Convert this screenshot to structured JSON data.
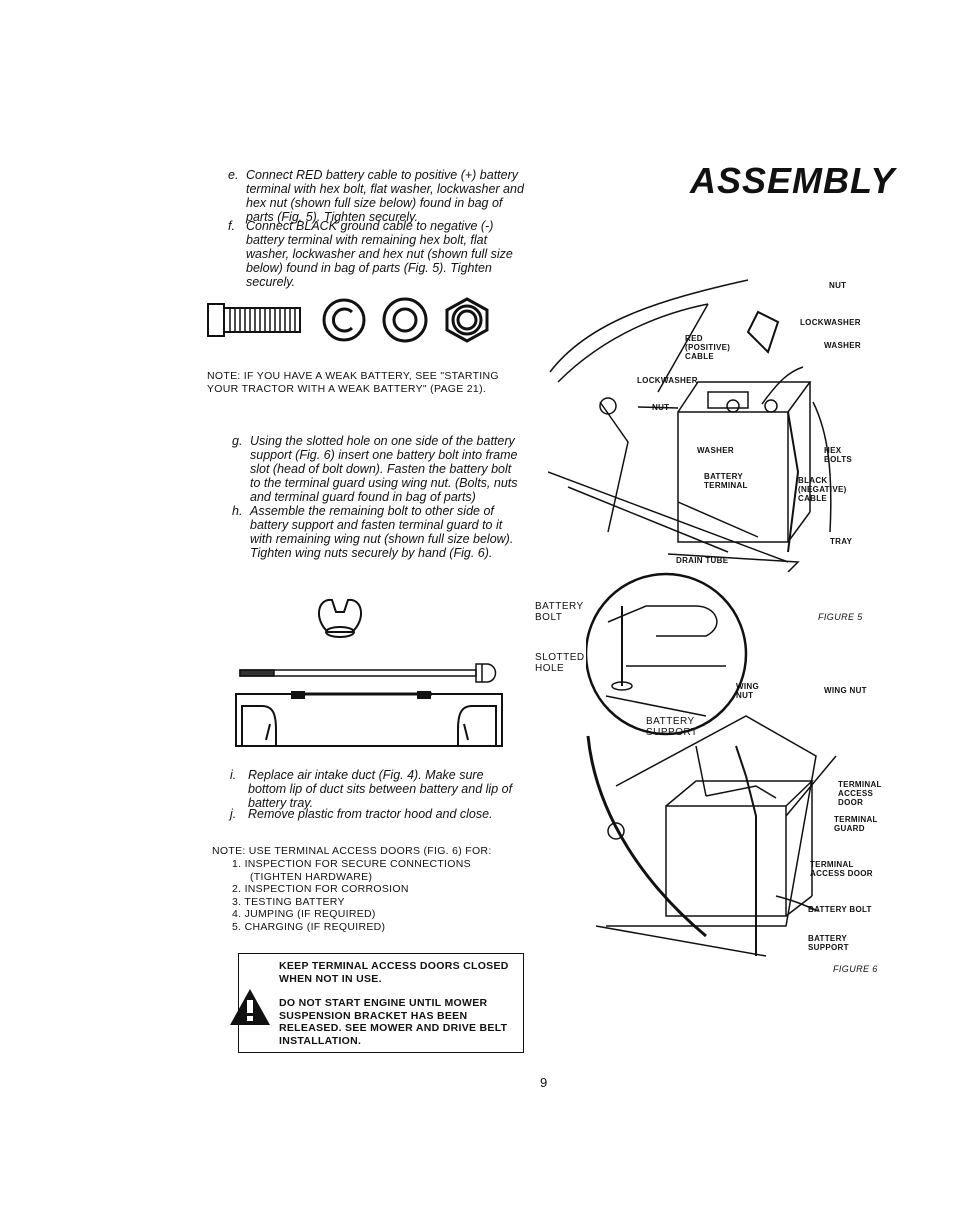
{
  "header": {
    "title": "ASSEMBLY"
  },
  "steps_top": [
    {
      "label": "e.",
      "text": "Connect RED battery cable to positive (+) battery terminal with hex bolt, flat washer, lockwasher and hex nut (shown full size below) found in bag of parts (Fig. 5). Tighten securely."
    },
    {
      "label": "f.",
      "text": "Connect BLACK ground cable to negative (-) battery terminal with remaining hex bolt, flat washer, lockwasher and hex nut (shown full size below) found in bag of parts (Fig. 5). Tighten securely."
    }
  ],
  "note_weak_battery": "NOTE: IF YOU HAVE A WEAK BATTERY, SEE \"STARTING YOUR TRACTOR WITH A WEAK BATTERY\" (PAGE 21).",
  "steps_mid": [
    {
      "label": "g.",
      "text": "Using the slotted hole on one side of the battery support (Fig. 6) insert one battery bolt into frame slot (head of bolt down). Fasten the battery bolt to the terminal guard using wing nut. (Bolts, nuts and terminal guard found in bag of parts)"
    },
    {
      "label": "h.",
      "text": "Assemble the remaining bolt to other side of battery support and fasten terminal guard to it with remaining wing nut (shown full size below). Tighten wing nuts securely by hand (Fig. 6)."
    }
  ],
  "steps_bottom": [
    {
      "label": "i.",
      "text": "Replace air intake duct (Fig. 4). Make sure bottom lip of duct sits between battery and lip of battery tray."
    },
    {
      "label": "j.",
      "text": "Remove plastic from tractor hood and close."
    }
  ],
  "note_access": {
    "heading": "NOTE: USE TERMINAL ACCESS DOORS (FIG. 6) FOR:",
    "items": [
      "1. INSPECTION FOR SECURE CONNECTIONS",
      "(TIGHTEN HARDWARE)",
      "2. INSPECTION FOR CORROSION",
      "3. TESTING BATTERY",
      "4. JUMPING (IF REQUIRED)",
      "5. CHARGING (IF REQUIRED)"
    ]
  },
  "warning": {
    "line1": "KEEP TERMINAL ACCESS DOORS CLOSED WHEN NOT IN USE.",
    "line2": "DO NOT START ENGINE UNTIL MOWER SUSPENSION BRACKET HAS BEEN RELEASED. SEE MOWER AND DRIVE BELT INSTALLATION."
  },
  "figure5": {
    "caption": "FIGURE 5",
    "labels": {
      "nut_top": "NUT",
      "lockwasher_top": "LOCKWASHER",
      "washer_top": "WASHER",
      "red_cable": "RED (POSITIVE) CABLE",
      "lockwasher_left": "LOCKWASHER",
      "nut_left": "NUT",
      "washer": "WASHER",
      "battery_terminal": "BATTERY TERMINAL",
      "hex_bolts": "HEX BOLTS",
      "black_cable": "BLACK (NEGATIVE) CABLE",
      "tray": "TRAY",
      "drain_tube": "DRAIN TUBE"
    }
  },
  "figure6": {
    "caption": "FIGURE 6",
    "labels": {
      "battery_bolt": "BATTERY BOLT",
      "slotted_hole": "SLOTTED HOLE",
      "battery_support_inset": "BATTERY SUPPORT",
      "wing_nut_left": "WING NUT",
      "wing_nut_right": "WING NUT",
      "terminal_access_door": "TERMINAL ACCESS DOOR",
      "terminal_guard": "TERMINAL GUARD",
      "terminal_access_door2": "TERMINAL ACCESS DOOR",
      "battery_bolt2": "BATTERY BOLT",
      "battery_support": "BATTERY SUPPORT"
    }
  },
  "page_number": "9"
}
